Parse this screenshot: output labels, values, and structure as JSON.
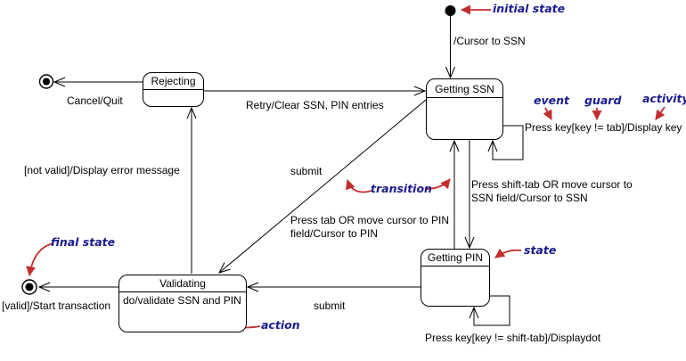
{
  "states": {
    "rejecting": {
      "name": "Rejecting",
      "activity": ""
    },
    "getting_ssn": {
      "name": "Getting SSN",
      "activity": ""
    },
    "getting_pin": {
      "name": "Getting PIN",
      "activity": ""
    },
    "validating": {
      "name": "Validating",
      "activity": "do/validate SSN and PIN"
    }
  },
  "transitions": {
    "cursor_to_ssn": "/Cursor to SSN",
    "ssn_self": "Press key[key != tab]/Display key",
    "retry": "Retry/Clear SSN, PIN entries",
    "cancel": "Cancel/Quit",
    "not_valid": "[not valid]/Display error message",
    "submit_to_validating": "submit",
    "shift_tab": "Press shift-tab OR move cursor to\nSSN field/Cursor to SSN",
    "tab": "Press tab OR move cursor to PIN\nfield/Cursor to PIN",
    "submit_pin": "submit",
    "valid": "[valid]/Start transaction",
    "pin_self": "Press key[key != shift-tab]/Displaydot"
  },
  "annotations": {
    "initial_state": "initial state",
    "event": "event",
    "guard": "guard",
    "activity": "activity",
    "transition": "transition",
    "state": "state",
    "action": "action",
    "final_state": "final state"
  },
  "colors": {
    "background": "#ffffff",
    "line": "#000000",
    "annotation_text": "#1b1b8e",
    "annotation_arrow": "#c22f2f"
  }
}
